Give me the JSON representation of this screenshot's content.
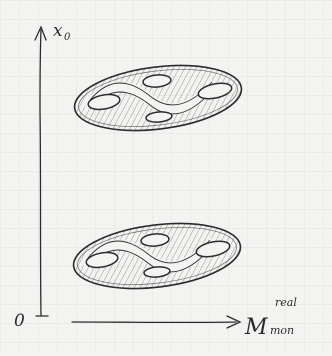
{
  "axes": {
    "y_label": "x",
    "y_label_sub": "0",
    "origin_label": "0",
    "x_label_main": "M",
    "x_label_sup": "real",
    "x_label_sub": "mon"
  },
  "colors": {
    "ink": "#2b2b2b",
    "paper": "#f3f3f1",
    "grid": "#e1e1de"
  }
}
